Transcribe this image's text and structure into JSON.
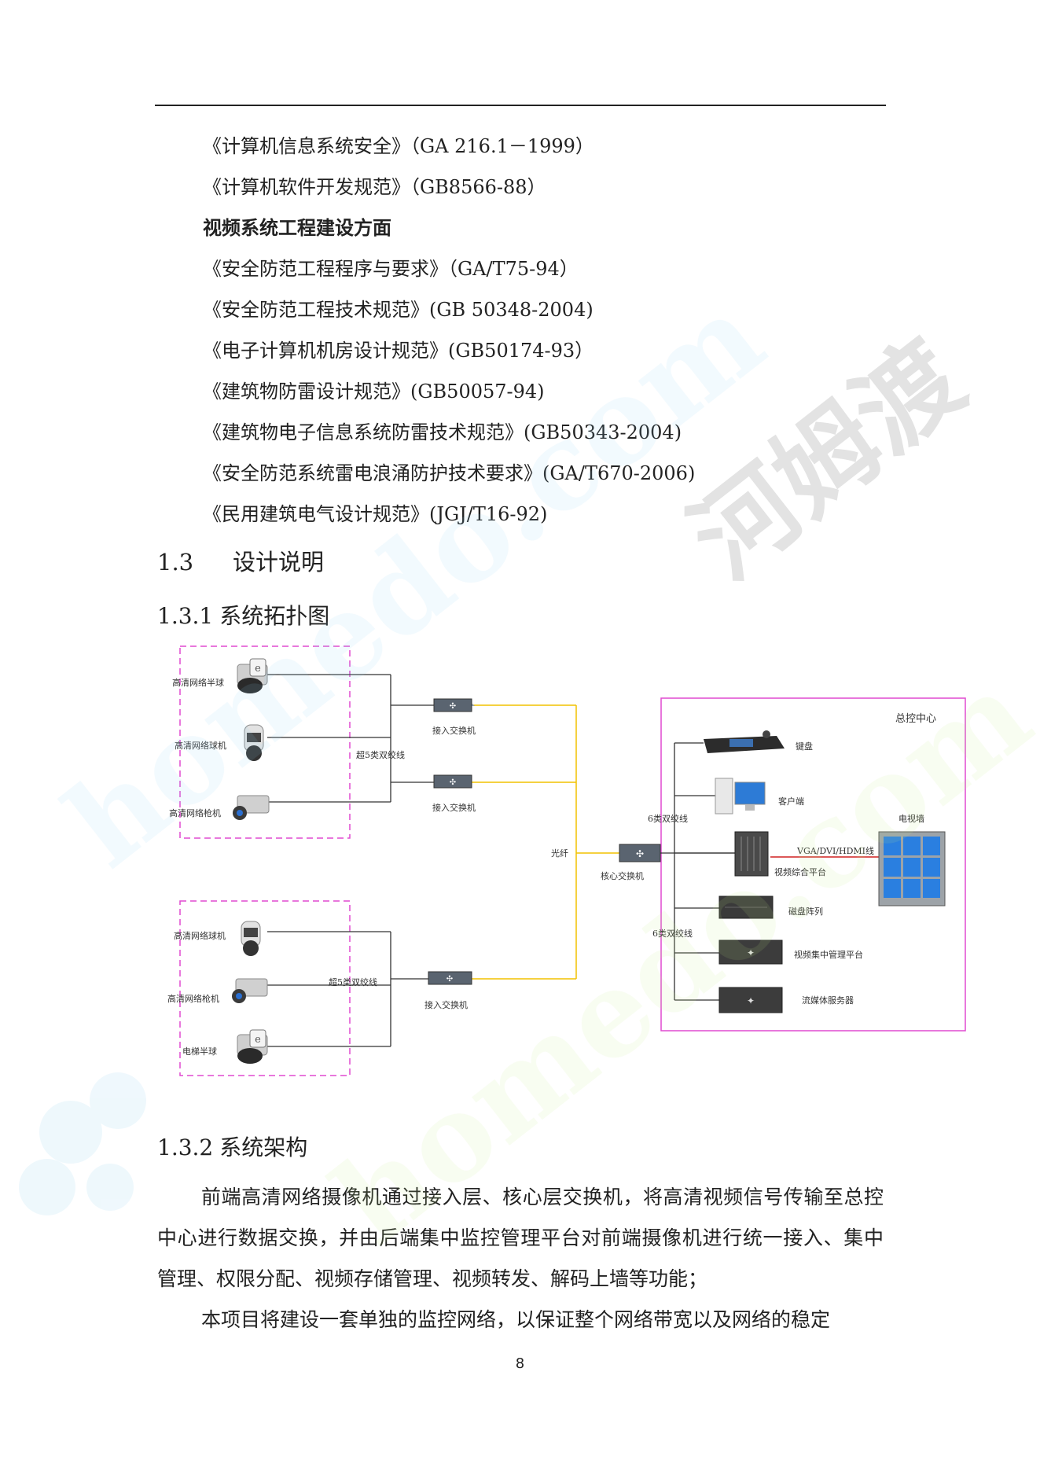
{
  "standards": {
    "lines": [
      "《计算机信息系统安全》（GA 216.1－1999）",
      "《计算机软件开发规范》（GB8566-88）"
    ],
    "subheading": "视频系统工程建设方面",
    "video_lines": [
      "《安全防范工程程序与要求》（GA/T75-94）",
      "《安全防范工程技术规范》(GB 50348-2004)",
      "《电子计算机机房设计规范》(GB50174-93）",
      "《建筑物防雷设计规范》(GB50057-94)",
      "《建筑物电子信息系统防雷技术规范》(GB50343-2004)",
      "《安全防范系统雷电浪涌防护技术要求》(GA/T670-2006)",
      "《民用建筑电气设计规范》(JGJ/T16-92)"
    ]
  },
  "section_1_3": {
    "number": "1.3",
    "title": "设计说明"
  },
  "section_1_3_1": {
    "number": "1.3.1",
    "title": "系统拓扑图"
  },
  "diagram": {
    "group1": {
      "cam1": "高清网络半球",
      "cam2": "高清网络球机",
      "cam3": "高清网络枪机",
      "cable": "超5类双绞线",
      "switch1": "接入交换机",
      "switch2": "接入交换机"
    },
    "group2": {
      "cam1": "高清网络球机",
      "cam2": "高清网络枪机",
      "cam3": "电梯半球",
      "cable": "超5类双绞线",
      "switch": "接入交换机"
    },
    "fiber": "光纤",
    "core_switch": "核心交换机",
    "cable6_top": "6类双绞线",
    "cable6_bottom": "6类双绞线",
    "control_center": {
      "title": "总控中心",
      "keyboard": "键盘",
      "client": "客户端",
      "video_platform": "视频综合平台",
      "vga_label": "VGA/DVI/HDMI线",
      "tv_wall": "电视墙",
      "disk_array": "磁盘阵列",
      "mgmt_platform": "视频集中管理平台",
      "media_server": "流媒体服务器"
    },
    "colors": {
      "group_border": "#e04ad0",
      "copper": "#333333",
      "fiber": "#f2c200",
      "vga": "#d02020"
    }
  },
  "section_1_3_2": {
    "number": "1.3.2",
    "title": "系统架构"
  },
  "body": {
    "p1": "前端高清网络摄像机通过接入层、核心层交换机，将高清视频信号传输至总控中心进行数据交换，并由后端集中监控管理平台对前端摄像机进行统一接入、集中管理、权限分配、视频存储管理、视频转发、解码上墙等功能；",
    "p2": "本项目将建设一套单独的监控网络，以保证整个网络带宽以及网络的稳定"
  },
  "watermark": {
    "brand_cn": "河姆渡",
    "brand_url": "homedo.com"
  },
  "page_number": "8"
}
